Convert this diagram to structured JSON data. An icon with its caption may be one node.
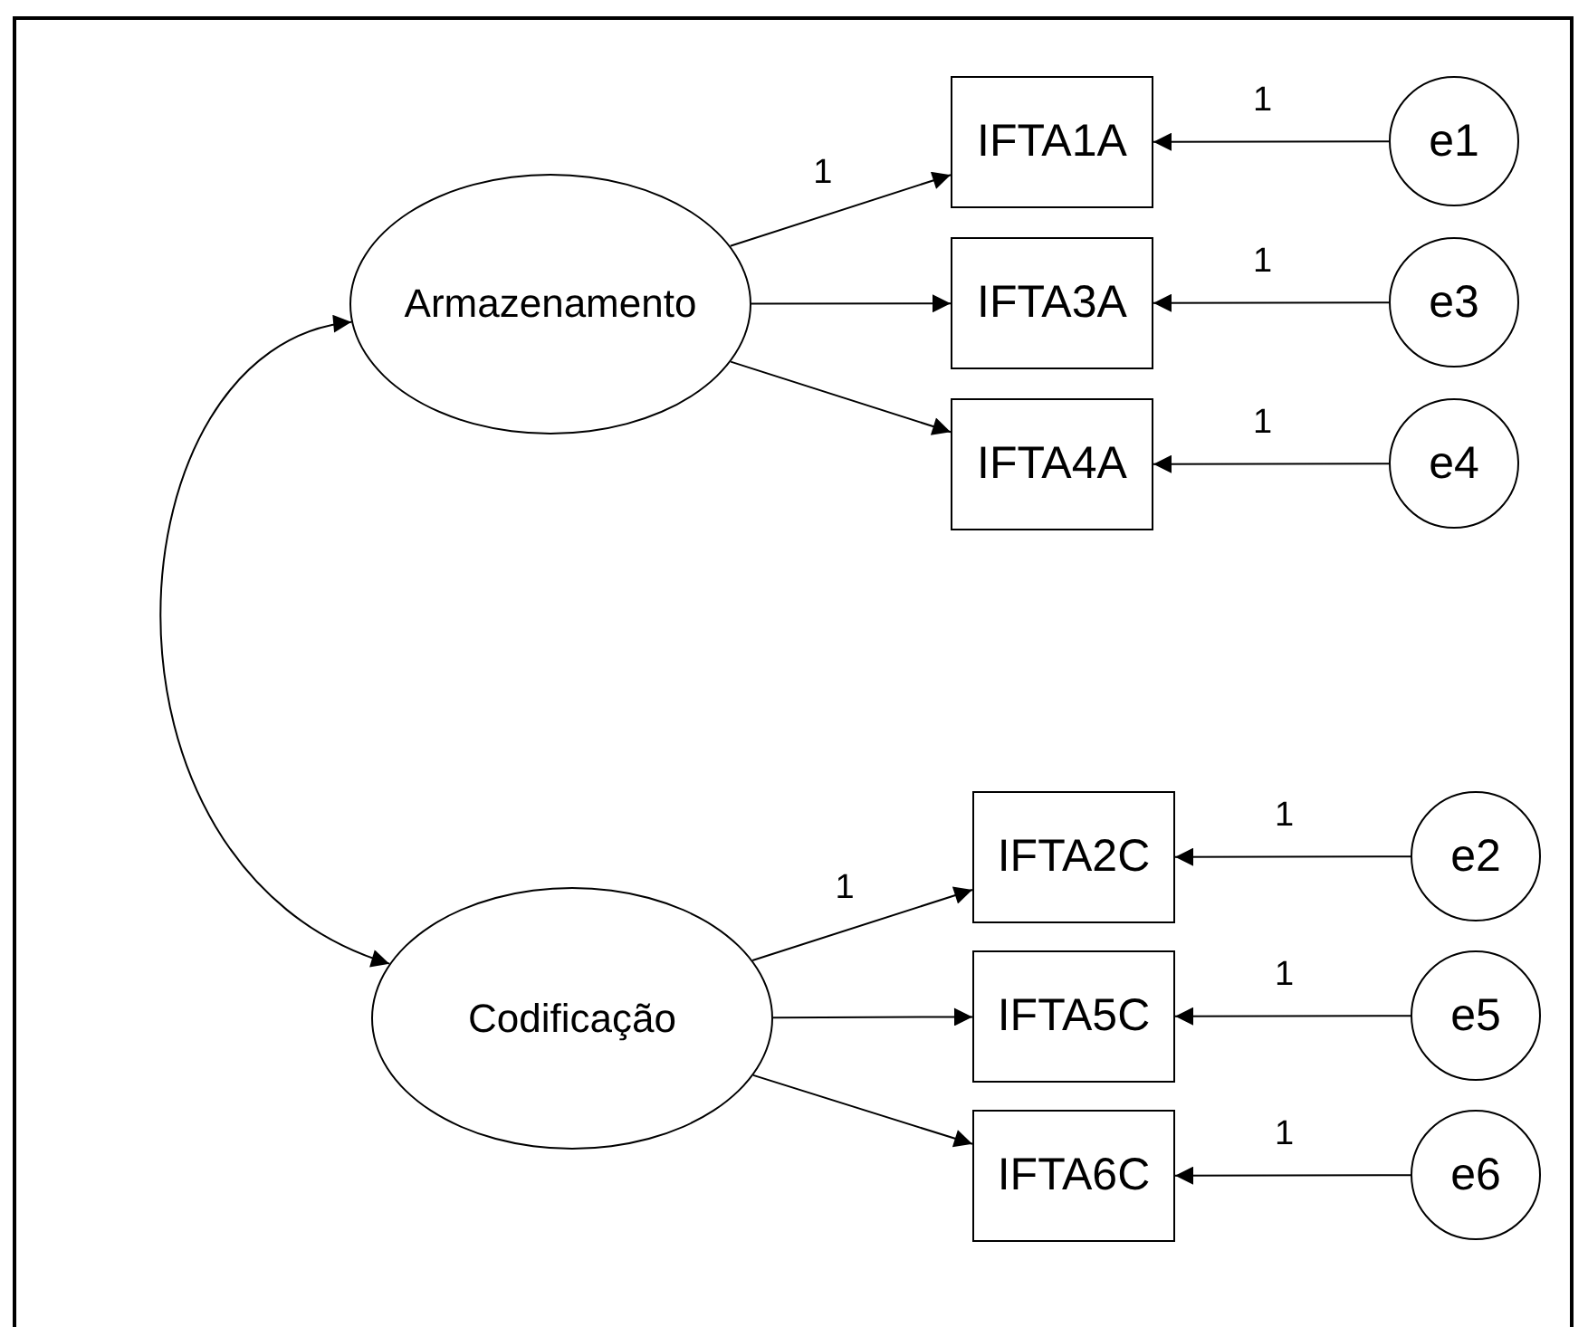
{
  "diagram": {
    "nodes": [
      {
        "text": [
          "Armazenamento"
        ]
      },
      {
        "text": [
          "IFTA1A"
        ]
      },
      {
        "text": [
          "IFTA3A"
        ]
      },
      {
        "text": [
          "IFTA4A"
        ]
      },
      {
        "text": [
          "e1"
        ]
      },
      {
        "text": [
          "e3"
        ]
      },
      {
        "text": [
          "e4"
        ]
      },
      {
        "text": [
          "Codificação"
        ]
      },
      {
        "text": [
          "IFTA2C"
        ]
      },
      {
        "text": [
          "IFTA5C"
        ]
      },
      {
        "text": [
          "IFTA6C"
        ]
      },
      {
        "text": [
          "e2"
        ]
      },
      {
        "text": [
          "e5"
        ]
      },
      {
        "text": [
          "e6"
        ]
      }
    ],
    "edges": [
      {
        "from": 0,
        "to": 1,
        "arrow": "to",
        "label": "1"
      },
      {
        "from": 0,
        "to": 2,
        "arrow": "to"
      },
      {
        "from": 0,
        "to": 3,
        "arrow": "to"
      },
      {
        "from": 4,
        "to": 1,
        "arrow": "to",
        "label": "1"
      },
      {
        "from": 5,
        "to": 2,
        "arrow": "to",
        "label": "1"
      },
      {
        "from": 6,
        "to": 3,
        "arrow": "to",
        "label": "1"
      },
      {
        "from": 7,
        "to": 8,
        "arrow": "to",
        "label": "1"
      },
      {
        "from": 7,
        "to": 9,
        "arrow": "to"
      },
      {
        "from": 7,
        "to": 10,
        "arrow": "to"
      },
      {
        "from": 11,
        "to": 8,
        "arrow": "to",
        "label": "1"
      },
      {
        "from": 12,
        "to": 9,
        "arrow": "to",
        "label": "1"
      },
      {
        "from": 13,
        "to": 10,
        "arrow": "to",
        "label": "1"
      },
      {
        "from": 0,
        "to": 7,
        "arrow": "both"
      }
    ]
  }
}
